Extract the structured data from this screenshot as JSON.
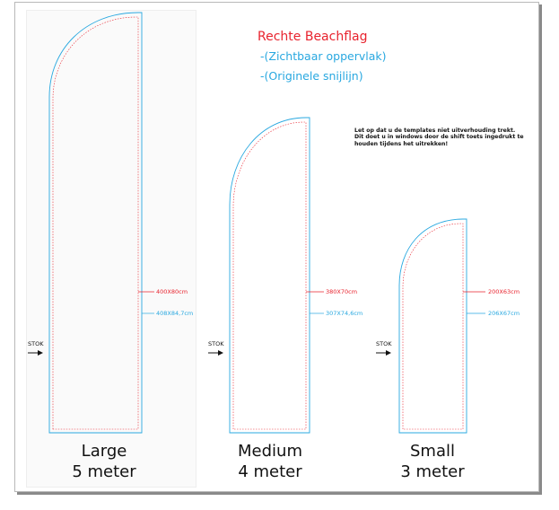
{
  "title": "Rechte Beachflag",
  "legend": {
    "visible_area": "-(Zichtbaar oppervlak)",
    "cut_line": "-(Originele snijlijn)"
  },
  "note": [
    "Let op dat u de templates niet uitverhouding trekt.",
    "Dit doet u in windows door de shift toets ingedrukt te",
    "houden tijdens het uitrekken!"
  ],
  "colors": {
    "visible_area": "#e8232e",
    "cut_line": "#29a8e0",
    "text": "#111111"
  },
  "flags": [
    {
      "id": "large",
      "size_name": "Large",
      "height": "5 meter",
      "visible_dim": "400X80cm",
      "cut_dim": "408X84,7cm",
      "pole_label": "STOK"
    },
    {
      "id": "medium",
      "size_name": "Medium",
      "height": "4 meter",
      "visible_dim": "380X70cm",
      "cut_dim": "307X74,6cm",
      "pole_label": "STOK"
    },
    {
      "id": "small",
      "size_name": "Small",
      "height": "3 meter",
      "visible_dim": "200X63cm",
      "cut_dim": "206X67cm",
      "pole_label": "STOK"
    }
  ]
}
